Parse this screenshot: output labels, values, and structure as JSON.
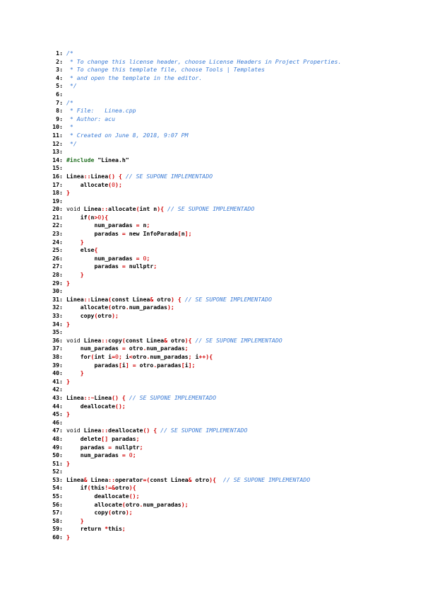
{
  "document": {
    "lines": [
      [
        [
          "c",
          "/*"
        ]
      ],
      [
        [
          "c",
          " * To change this license header, choose License Headers in Project Properties."
        ]
      ],
      [
        [
          "c",
          " * To change this template file, choose Tools | Templates"
        ]
      ],
      [
        [
          "c",
          " * and open the template in the editor."
        ]
      ],
      [
        [
          "c",
          " */"
        ]
      ],
      [],
      [
        [
          "c",
          "/*"
        ]
      ],
      [
        [
          "c",
          " * File:   Linea.cpp"
        ]
      ],
      [
        [
          "c",
          " * Author: acu"
        ]
      ],
      [
        [
          "c",
          " *"
        ]
      ],
      [
        [
          "c",
          " * Created on June 8, 2018, 9:07 PM"
        ]
      ],
      [
        [
          "c",
          " */"
        ]
      ],
      [],
      [
        [
          "d",
          "#include"
        ],
        [
          "s",
          " \"Linea.h\""
        ]
      ],
      [],
      [
        [
          "k",
          "Linea"
        ],
        [
          "p",
          "::"
        ],
        [
          "k",
          "Linea"
        ],
        [
          "p",
          "()"
        ],
        [
          "t",
          " "
        ],
        [
          "p",
          "{"
        ],
        [
          "t",
          " "
        ],
        [
          "c",
          "// SE SUPONE IMPLEMENTADO"
        ]
      ],
      [
        [
          "t",
          "    "
        ],
        [
          "k",
          "allocate"
        ],
        [
          "p",
          "("
        ],
        [
          "n",
          "0"
        ],
        [
          "p",
          ");"
        ]
      ],
      [
        [
          "p",
          "}"
        ]
      ],
      [],
      [
        [
          "t",
          "void "
        ],
        [
          "k",
          "Linea"
        ],
        [
          "p",
          "::"
        ],
        [
          "k",
          "allocate"
        ],
        [
          "p",
          "("
        ],
        [
          "k",
          "int n"
        ],
        [
          "p",
          ")"
        ],
        [
          "p",
          "{"
        ],
        [
          "t",
          " "
        ],
        [
          "c",
          "// SE SUPONE IMPLEMENTADO"
        ]
      ],
      [
        [
          "t",
          "    "
        ],
        [
          "k",
          "if"
        ],
        [
          "p",
          "("
        ],
        [
          "k",
          "n"
        ],
        [
          "p",
          ">"
        ],
        [
          "n",
          "0"
        ],
        [
          "p",
          ")"
        ],
        [
          "p",
          "{"
        ]
      ],
      [
        [
          "t",
          "        "
        ],
        [
          "k",
          "num_paradas"
        ],
        [
          "t",
          " "
        ],
        [
          "p",
          "="
        ],
        [
          "t",
          " "
        ],
        [
          "k",
          "n"
        ],
        [
          "p",
          ";"
        ]
      ],
      [
        [
          "t",
          "        "
        ],
        [
          "k",
          "paradas"
        ],
        [
          "t",
          " "
        ],
        [
          "p",
          "="
        ],
        [
          "t",
          " "
        ],
        [
          "k",
          "new InfoParada"
        ],
        [
          "p",
          "["
        ],
        [
          "k",
          "n"
        ],
        [
          "p",
          "];"
        ]
      ],
      [
        [
          "t",
          "    "
        ],
        [
          "p",
          "}"
        ]
      ],
      [
        [
          "t",
          "    "
        ],
        [
          "k",
          "else"
        ],
        [
          "p",
          "{"
        ]
      ],
      [
        [
          "t",
          "        "
        ],
        [
          "k",
          "num_paradas"
        ],
        [
          "t",
          " "
        ],
        [
          "p",
          "="
        ],
        [
          "t",
          " "
        ],
        [
          "n",
          "0"
        ],
        [
          "p",
          ";"
        ]
      ],
      [
        [
          "t",
          "        "
        ],
        [
          "k",
          "paradas"
        ],
        [
          "t",
          " "
        ],
        [
          "p",
          "="
        ],
        [
          "t",
          " "
        ],
        [
          "k",
          "nullptr"
        ],
        [
          "p",
          ";"
        ]
      ],
      [
        [
          "t",
          "    "
        ],
        [
          "p",
          "}"
        ]
      ],
      [
        [
          "p",
          "}"
        ]
      ],
      [],
      [
        [
          "k",
          "Linea"
        ],
        [
          "p",
          "::"
        ],
        [
          "k",
          "Linea"
        ],
        [
          "p",
          "("
        ],
        [
          "k",
          "const Linea"
        ],
        [
          "p",
          "&"
        ],
        [
          "k",
          " otro"
        ],
        [
          "p",
          ")"
        ],
        [
          "t",
          " "
        ],
        [
          "p",
          "{"
        ],
        [
          "t",
          " "
        ],
        [
          "c",
          "// SE SUPONE IMPLEMENTADO"
        ]
      ],
      [
        [
          "t",
          "    "
        ],
        [
          "k",
          "allocate"
        ],
        [
          "p",
          "("
        ],
        [
          "k",
          "otro"
        ],
        [
          "p",
          "."
        ],
        [
          "k",
          "num_paradas"
        ],
        [
          "p",
          ");"
        ]
      ],
      [
        [
          "t",
          "    "
        ],
        [
          "k",
          "copy"
        ],
        [
          "p",
          "("
        ],
        [
          "k",
          "otro"
        ],
        [
          "p",
          ");"
        ]
      ],
      [
        [
          "p",
          "}"
        ]
      ],
      [],
      [
        [
          "t",
          "void "
        ],
        [
          "k",
          "Linea"
        ],
        [
          "p",
          "::"
        ],
        [
          "k",
          "copy"
        ],
        [
          "p",
          "("
        ],
        [
          "k",
          "const Linea"
        ],
        [
          "p",
          "&"
        ],
        [
          "k",
          " otro"
        ],
        [
          "p",
          ")"
        ],
        [
          "p",
          "{"
        ],
        [
          "t",
          " "
        ],
        [
          "c",
          "// SE SUPONE IMPLEMENTADO"
        ]
      ],
      [
        [
          "t",
          "    "
        ],
        [
          "k",
          "num_paradas"
        ],
        [
          "t",
          " "
        ],
        [
          "p",
          "="
        ],
        [
          "t",
          " "
        ],
        [
          "k",
          "otro"
        ],
        [
          "p",
          "."
        ],
        [
          "k",
          "num_paradas"
        ],
        [
          "p",
          ";"
        ]
      ],
      [
        [
          "t",
          "    "
        ],
        [
          "k",
          "for"
        ],
        [
          "p",
          "("
        ],
        [
          "k",
          "int i"
        ],
        [
          "p",
          "="
        ],
        [
          "n",
          "0"
        ],
        [
          "p",
          ";"
        ],
        [
          "k",
          " i"
        ],
        [
          "p",
          "<"
        ],
        [
          "k",
          "otro"
        ],
        [
          "p",
          "."
        ],
        [
          "k",
          "num_paradas"
        ],
        [
          "p",
          ";"
        ],
        [
          "k",
          " i"
        ],
        [
          "p",
          "++"
        ],
        [
          "p",
          ")"
        ],
        [
          "p",
          "{"
        ]
      ],
      [
        [
          "t",
          "        "
        ],
        [
          "k",
          "paradas"
        ],
        [
          "p",
          "["
        ],
        [
          "k",
          "i"
        ],
        [
          "p",
          "]"
        ],
        [
          "t",
          " "
        ],
        [
          "p",
          "="
        ],
        [
          "t",
          " "
        ],
        [
          "k",
          "otro"
        ],
        [
          "p",
          "."
        ],
        [
          "k",
          "paradas"
        ],
        [
          "p",
          "["
        ],
        [
          "k",
          "i"
        ],
        [
          "p",
          "];"
        ]
      ],
      [
        [
          "t",
          "    "
        ],
        [
          "p",
          "}"
        ]
      ],
      [
        [
          "p",
          "}"
        ]
      ],
      [],
      [
        [
          "k",
          "Linea"
        ],
        [
          "p",
          "::~"
        ],
        [
          "k",
          "Linea"
        ],
        [
          "p",
          "()"
        ],
        [
          "t",
          " "
        ],
        [
          "p",
          "{"
        ],
        [
          "t",
          " "
        ],
        [
          "c",
          "// SE SUPONE IMPLEMENTADO"
        ]
      ],
      [
        [
          "t",
          "    "
        ],
        [
          "k",
          "deallocate"
        ],
        [
          "p",
          "();"
        ]
      ],
      [
        [
          "p",
          "}"
        ]
      ],
      [],
      [
        [
          "t",
          "void "
        ],
        [
          "k",
          "Linea"
        ],
        [
          "p",
          "::"
        ],
        [
          "k",
          "deallocate"
        ],
        [
          "p",
          "()"
        ],
        [
          "t",
          " "
        ],
        [
          "p",
          "{"
        ],
        [
          "t",
          " "
        ],
        [
          "c",
          "// SE SUPONE IMPLEMENTADO"
        ]
      ],
      [
        [
          "t",
          "    "
        ],
        [
          "k",
          "delete"
        ],
        [
          "p",
          "[]"
        ],
        [
          "k",
          " paradas"
        ],
        [
          "p",
          ";"
        ]
      ],
      [
        [
          "t",
          "    "
        ],
        [
          "k",
          "paradas"
        ],
        [
          "t",
          " "
        ],
        [
          "p",
          "="
        ],
        [
          "t",
          " "
        ],
        [
          "k",
          "nullptr"
        ],
        [
          "p",
          ";"
        ]
      ],
      [
        [
          "t",
          "    "
        ],
        [
          "k",
          "num_paradas"
        ],
        [
          "t",
          " "
        ],
        [
          "p",
          "="
        ],
        [
          "t",
          " "
        ],
        [
          "n",
          "0"
        ],
        [
          "p",
          ";"
        ]
      ],
      [
        [
          "p",
          "}"
        ]
      ],
      [],
      [
        [
          "k",
          "Linea"
        ],
        [
          "p",
          "&"
        ],
        [
          "k",
          " Linea"
        ],
        [
          "p",
          "::"
        ],
        [
          "k",
          "operator"
        ],
        [
          "p",
          "="
        ],
        [
          "p",
          "("
        ],
        [
          "k",
          "const Linea"
        ],
        [
          "p",
          "&"
        ],
        [
          "k",
          " otro"
        ],
        [
          "p",
          ")"
        ],
        [
          "p",
          "{"
        ],
        [
          "t",
          "  "
        ],
        [
          "c",
          "// SE SUPONE IMPLEMENTADO"
        ]
      ],
      [
        [
          "t",
          "    "
        ],
        [
          "k",
          "if"
        ],
        [
          "p",
          "("
        ],
        [
          "k",
          "this"
        ],
        [
          "p",
          "!="
        ],
        [
          "p",
          "&"
        ],
        [
          "k",
          "otro"
        ],
        [
          "p",
          ")"
        ],
        [
          "p",
          "{"
        ]
      ],
      [
        [
          "t",
          "        "
        ],
        [
          "k",
          "deallocate"
        ],
        [
          "p",
          "();"
        ]
      ],
      [
        [
          "t",
          "        "
        ],
        [
          "k",
          "allocate"
        ],
        [
          "p",
          "("
        ],
        [
          "k",
          "otro"
        ],
        [
          "p",
          "."
        ],
        [
          "k",
          "num_paradas"
        ],
        [
          "p",
          ");"
        ]
      ],
      [
        [
          "t",
          "        "
        ],
        [
          "k",
          "copy"
        ],
        [
          "p",
          "("
        ],
        [
          "k",
          "otro"
        ],
        [
          "p",
          ");"
        ]
      ],
      [
        [
          "t",
          "    "
        ],
        [
          "p",
          "}"
        ]
      ],
      [
        [
          "t",
          "    "
        ],
        [
          "k",
          "return"
        ],
        [
          "t",
          " "
        ],
        [
          "p",
          "*"
        ],
        [
          "k",
          "this"
        ],
        [
          "p",
          ";"
        ]
      ],
      [
        [
          "p",
          "}"
        ]
      ]
    ]
  }
}
